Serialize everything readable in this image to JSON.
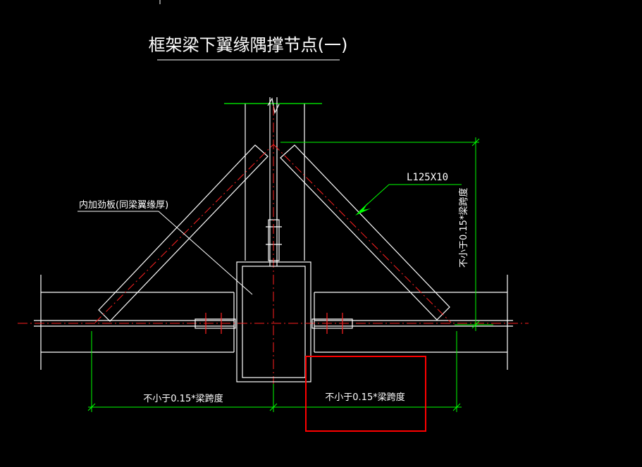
{
  "title": "框架梁下翼缘隅撑节点(一)",
  "labels": {
    "angle_section": "L125X10",
    "stiffener_note": "内加劲板(同梁翼缘厚)",
    "dim_vertical": "不小于0.15*梁跨度",
    "dim_bottom_left": "不小于0.15*梁跨度",
    "dim_bottom_right": "不小于0.15*梁跨度"
  },
  "colors": {
    "background": "#000000",
    "lines": "#ffffff",
    "dimension": "#00ff00",
    "centerline": "#ff2020",
    "highlight_box": "#ff0000",
    "text": "#ffffff"
  }
}
